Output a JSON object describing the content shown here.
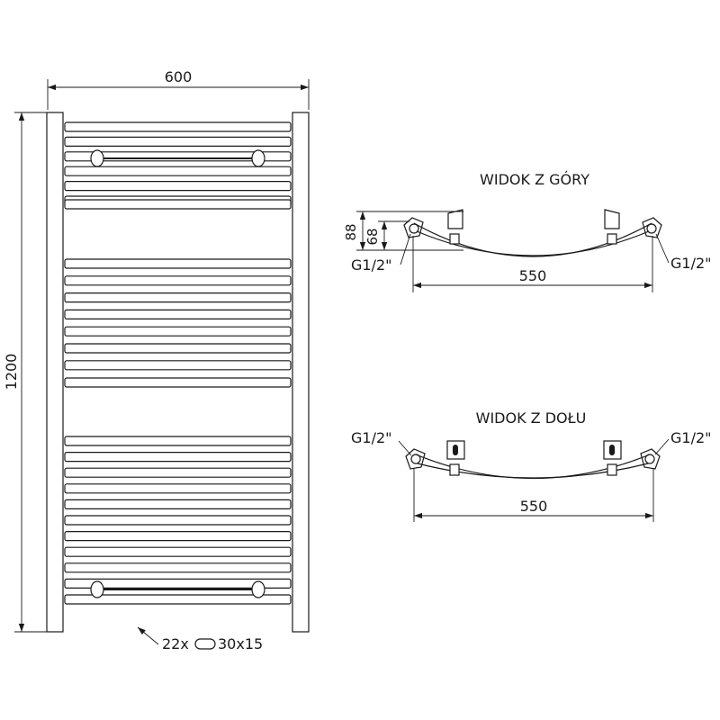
{
  "front_view": {
    "width_label": "600",
    "height_label": "1200",
    "tube_count_label": "22x",
    "tube_size_label": "30x15"
  },
  "top_view": {
    "title": "WIDOK Z GÓRY",
    "depth_outer_label": "88",
    "depth_inner_label": "68",
    "connection_left_label": "G1/2\"",
    "connection_right_label": "G1/2\"",
    "spacing_label": "550"
  },
  "bottom_view": {
    "title": "WIDOK Z DOŁU",
    "connection_left_label": "G1/2\"",
    "connection_right_label": "G1/2\"",
    "spacing_label": "550"
  }
}
